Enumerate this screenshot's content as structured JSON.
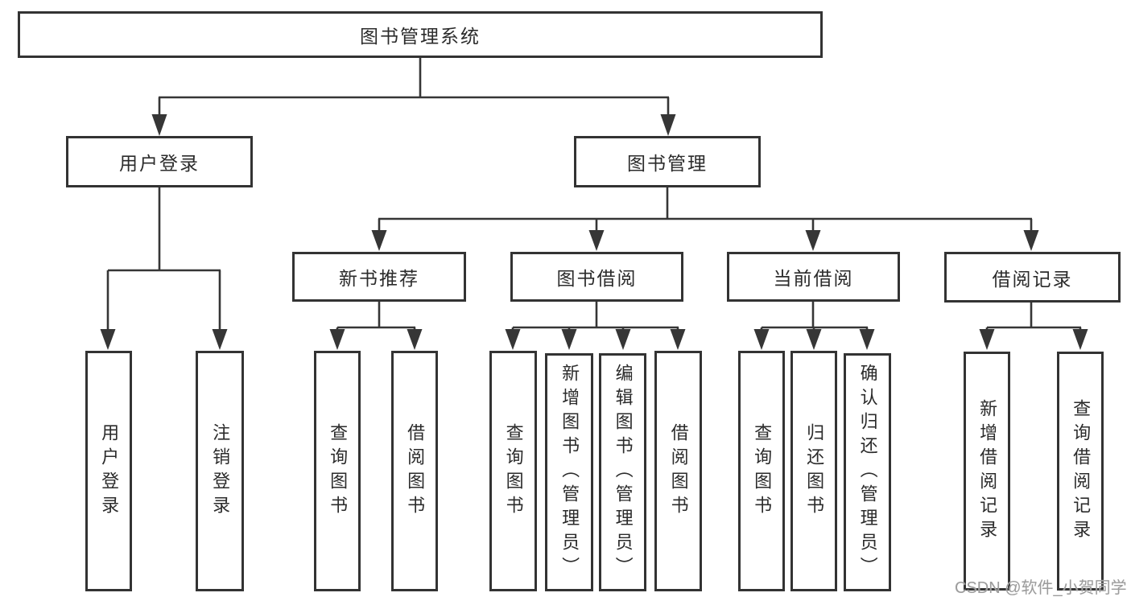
{
  "tree": {
    "root": {
      "label": "图书管理系统",
      "children": [
        {
          "label": "用户登录",
          "children": [
            {
              "label": "用户登录"
            },
            {
              "label": "注销登录"
            }
          ]
        },
        {
          "label": "图书管理",
          "children": [
            {
              "label": "新书推荐",
              "children": [
                {
                  "label": "查询图书"
                },
                {
                  "label": "借阅图书"
                }
              ]
            },
            {
              "label": "图书借阅",
              "children": [
                {
                  "label": "查询图书"
                },
                {
                  "label": "新增图书（管理员）"
                },
                {
                  "label": "编辑图书（管理员）"
                },
                {
                  "label": "借阅图书"
                }
              ]
            },
            {
              "label": "当前借阅",
              "children": [
                {
                  "label": "查询图书"
                },
                {
                  "label": "归还图书"
                },
                {
                  "label": "确认归还（管理员）"
                }
              ]
            },
            {
              "label": "借阅记录",
              "children": [
                {
                  "label": "新增借阅记录"
                },
                {
                  "label": "查询借阅记录"
                }
              ]
            }
          ]
        }
      ]
    }
  },
  "watermark": {
    "text": "CSDN @软件_小贺同学"
  },
  "colors": {
    "line": "#363636",
    "box_border": "#333333",
    "text": "#2b2b2b",
    "watermark": "#9c9c9c",
    "background": "#ffffff"
  }
}
